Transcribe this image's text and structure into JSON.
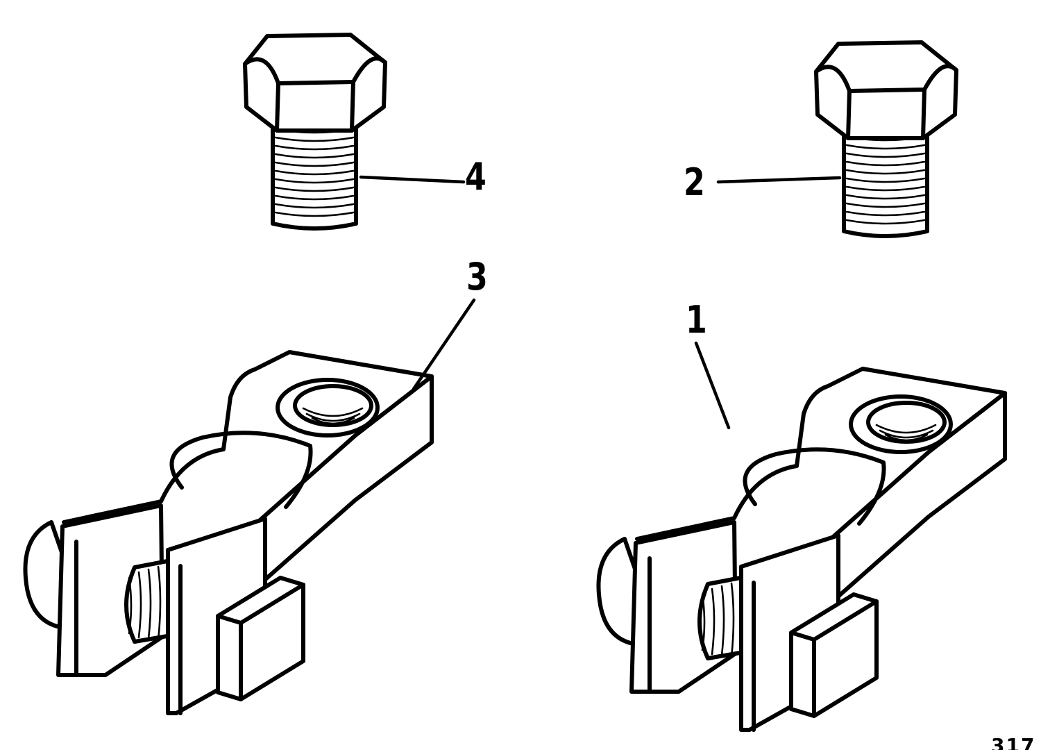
{
  "callouts": {
    "c1": "1",
    "c2": "2",
    "c3": "3",
    "c4": "4"
  },
  "figure_number": "317",
  "colors": {
    "ink": "#000000",
    "paper": "#ffffff"
  },
  "parts": [
    {
      "id": "1",
      "icon": "battery-terminal-clamp-icon"
    },
    {
      "id": "2",
      "icon": "hex-bolt-icon"
    },
    {
      "id": "3",
      "icon": "battery-terminal-clamp-icon"
    },
    {
      "id": "4",
      "icon": "hex-bolt-icon"
    }
  ]
}
